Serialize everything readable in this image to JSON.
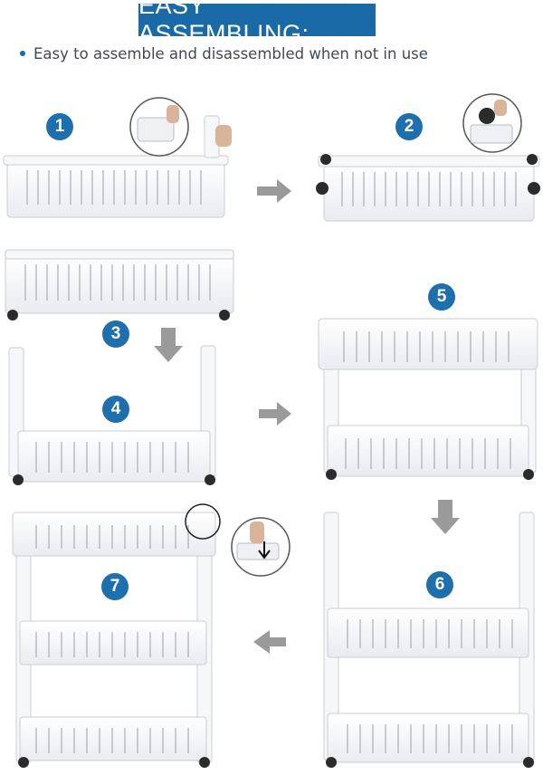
{
  "header": {
    "title": "EASY ASSEMBLING:",
    "subtitle": "Easy to assemble and disassembled when not in use"
  },
  "steps": [
    {
      "label": "1"
    },
    {
      "label": "2"
    },
    {
      "label": "3"
    },
    {
      "label": "4"
    },
    {
      "label": "5"
    },
    {
      "label": "6"
    },
    {
      "label": "7"
    }
  ],
  "colors": {
    "badge": "#1d6fae",
    "banner": "#1a6aa8",
    "arrow": "#9a9a9a",
    "plastic": "#f4f5f7",
    "outline": "#c9ccd2"
  }
}
